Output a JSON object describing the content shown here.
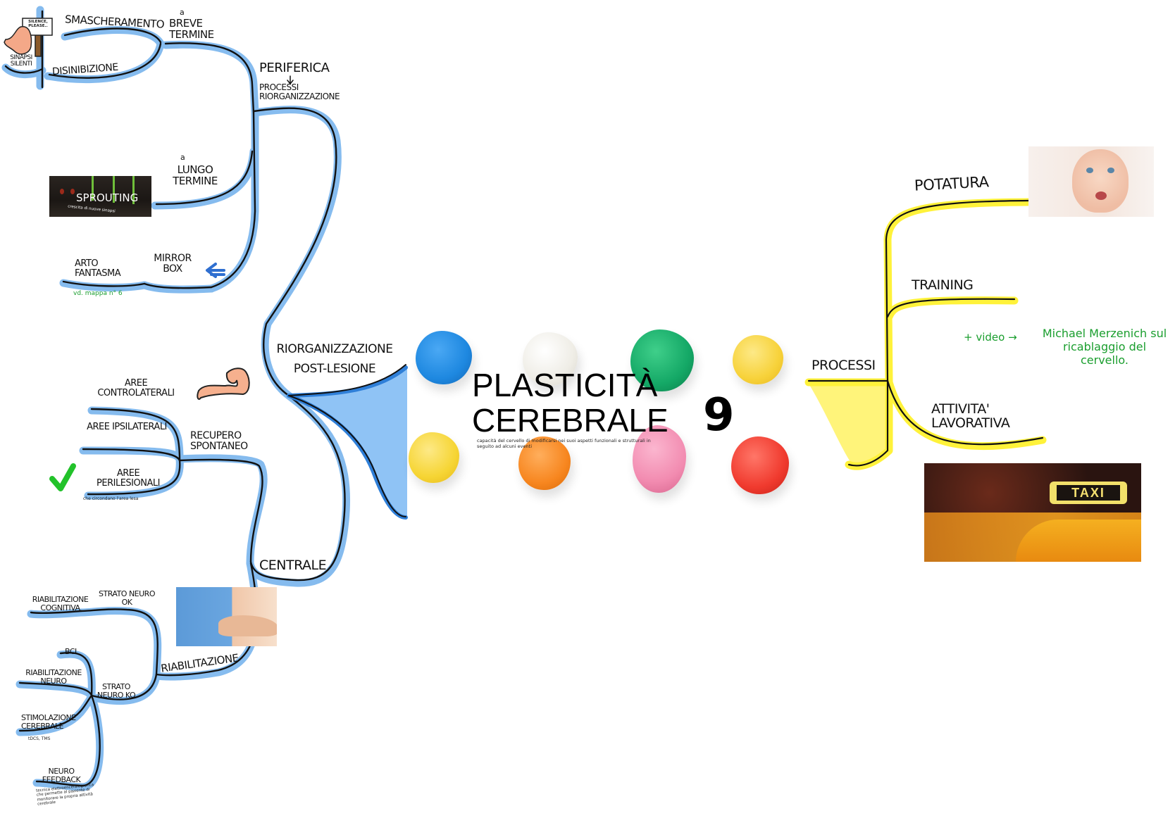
{
  "title": {
    "line1": "PLASTICITÀ",
    "line2": "CEREBRALE",
    "subtitle": "capacità del cervello di modificarsi nei suoi aspetti funzionali e strutturali in seguito ad alcuni eventi"
  },
  "center_mark": "9",
  "left_branch": {
    "root": "RIORGANIZZAZIONE POST-LESIONE",
    "periferica": {
      "label": "PERIFERICA",
      "arrow": "↓",
      "sublabel": "PROCESSI RIORGANIZZAZIONE",
      "breve_termine": {
        "prefix": "a",
        "label": "BREVE TERMINE",
        "smascheramento": "SMASCHERAMENTO",
        "disinibizione": "DISINIBIZIONE",
        "sinapsi_silenti": "SINAPSI SILENTI",
        "sign_text": "SILENCE, PLEASE.."
      },
      "lungo_termine": {
        "prefix": "a",
        "label": "LUNGO TERMINE",
        "sprouting_image": {
          "title": "SPROUTING",
          "caption": "crescita di nuove sinapsi"
        }
      },
      "mirror_box": {
        "label": "MIRROR BOX",
        "arto_fantasma": "ARTO FANTASMA",
        "note": "vd. mappa n° 6"
      }
    },
    "centrale": {
      "label": "CENTRALE",
      "recupero_spontaneo": {
        "label": "RECUPERO SPONTANEO",
        "aree_controlaterali": "AREE CONTROLATERALI",
        "aree_ipsilaterali": "AREE IPSILATERALI",
        "aree_perilesionali": "AREE PERILESIONALI",
        "perilesionali_note": "che circondano l'area lesa"
      },
      "riabilitazione": {
        "label": "RIABILITAZIONE",
        "strato_neuro_ok": "STRATO NEURO OK",
        "riabilitazione_cognitiva": "RIABILITAZIONE COGNITIVA",
        "strato_neuro_ko": "STRATO NEURO KO",
        "bci": "BCI",
        "riabilitazione_neuro": "RIABILITAZIONE NEURO",
        "stimolazione_cerebrale": "STIMOLAZIONE CEREBRALE",
        "stimolazione_note": "tDCS, TMS",
        "neuro_feedback": "NEURO FEEDBACK",
        "neuro_feedback_note": "tecnica elettroencefalografica che permette al paziente di monitorare la propria attività cerebrale"
      }
    }
  },
  "right_branch": {
    "root": "PROCESSI",
    "potatura": "POTATURA",
    "training": "TRAINING",
    "attivita_lavorativa": "ATTIVITA' LAVORATIVA",
    "video_note": {
      "prefix": "+ video →",
      "text": "Michael Merzenich sul ricablaggio del cervello."
    },
    "taxi_sign": "TAXI"
  },
  "colors": {
    "left_branch": "#7fb8ee",
    "left_branch_dark": "#2f7fd8",
    "right_branch": "#fff23a",
    "ink": "#111111",
    "note_green": "#1a9e2e",
    "check_green": "#22c22a"
  },
  "clay_colors": [
    "#1e88e0",
    "#f2f0ea",
    "#14a866",
    "#f7d23a",
    "#f6d534",
    "#f7861f",
    "#f28bb0",
    "#f03a2e"
  ]
}
